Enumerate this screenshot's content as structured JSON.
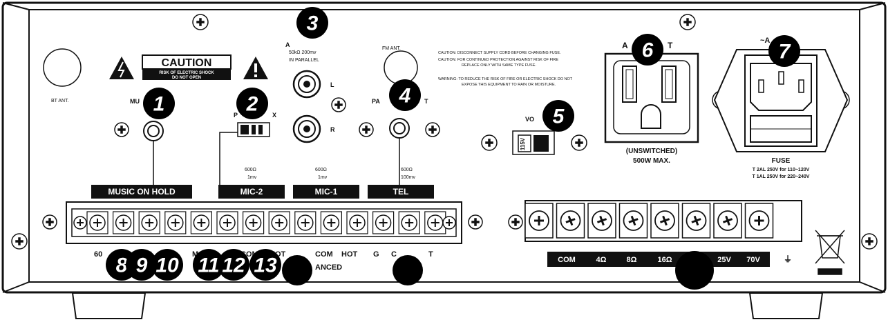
{
  "panel": {
    "caution_title": "CAUTION",
    "caution_line1": "RISK OF ELECTRIC SHOCK",
    "caution_line2": "DO NOT OPEN",
    "bt_ant": "BT ANT.",
    "fm_ant": "FM ANT.",
    "aux_impedance": "50kΩ 200mv",
    "aux_parallel": "IN PARALLEL",
    "aux_prefix": "A",
    "rca_left": "L",
    "rca_right": "R",
    "music_partial": "MU",
    "mic_partial": "X",
    "page_partial": "PA",
    "page_partial_right": "T",
    "voltage_partial": "VO",
    "voltage_switch_value": "115V",
    "ac_outlet_left": "A",
    "ac_outlet_right": "T",
    "ac_inlet_partial": "~A",
    "warnings": [
      "CAUTION:  DISCONNECT SUPPLY CORD BEFORE CHANGING FUSE.",
      "CAUTION:  FOR CONTINUED PROTECTION AGAINST RISK OF FIRE",
      "REPLACE ONLY WITH SAME TYPE FUSE.",
      "WARNING:  TO REDUCE THE RISK OF FIRE OR ELECTRIC SHOCK DO NOT",
      "EXPOSE THIS EQUIPMENT TO RAIN OR MOISTURE."
    ],
    "outlet_line1": "(UNSWITCHED)",
    "outlet_line2": "500W MAX.",
    "fuse_title": "FUSE",
    "fuse_line1": "T 2AL 250V for 110~120V",
    "fuse_line2": "T 1AL 250V for 220~240V",
    "input_bars": [
      {
        "label": "MUSIC ON HOLD"
      },
      {
        "label": "MIC-2"
      },
      {
        "label": "MIC-1"
      },
      {
        "label": "TEL"
      }
    ],
    "spec_mic2_a": "600Ω",
    "spec_mic2_b": "1mv",
    "spec_mic1_a": "600Ω",
    "spec_mic1_b": "1mv",
    "spec_tel_a": "600Ω",
    "spec_tel_b": "100mv",
    "bottom_labels": [
      "60",
      "2",
      "M",
      "COM",
      "HOT",
      "COM",
      "HOT",
      "G",
      "C",
      "T"
    ],
    "balanced_label": "ANCED",
    "speaker_labels": [
      "COM",
      "4Ω",
      "8Ω",
      "16Ω",
      "25V",
      "70V"
    ]
  },
  "callouts": [
    "1",
    "2",
    "3",
    "4",
    "5",
    "6",
    "7",
    "8",
    "9",
    "10",
    "11",
    "12",
    "13"
  ],
  "colors": {
    "panel_line": "#111111",
    "badge": "#000000",
    "bar": "#000000",
    "background": "#ffffff"
  }
}
